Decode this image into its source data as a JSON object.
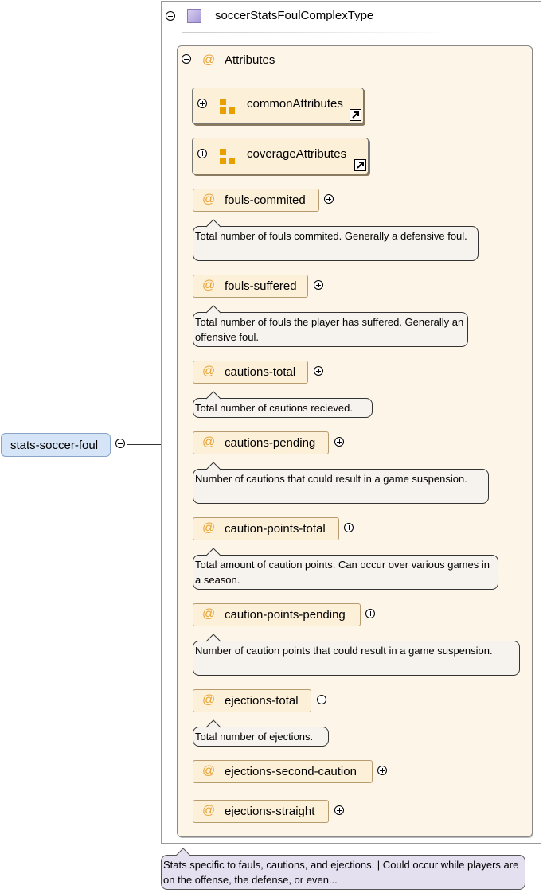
{
  "element": {
    "name": "stats-soccer-foul"
  },
  "complex_type": {
    "name": "soccerStatsFoulComplexType"
  },
  "attributes_header": {
    "label": "Attributes",
    "icon": "@"
  },
  "groups": [
    {
      "name": "commonAttributes"
    },
    {
      "name": "coverageAttributes"
    }
  ],
  "attributes": [
    {
      "name": "fouls-commited",
      "doc": "Total number of fouls commited. Generally a defensive foul."
    },
    {
      "name": "fouls-suffered",
      "doc": "Total number of fouls the player has suffered. Generally an offensive foul."
    },
    {
      "name": "cautions-total",
      "doc": "Total number of cautions recieved."
    },
    {
      "name": "cautions-pending",
      "doc": "Number of cautions that could result in a game suspension."
    },
    {
      "name": "caution-points-total",
      "doc": "Total amount of caution points. Can occur over various games in a season."
    },
    {
      "name": "caution-points-pending",
      "doc": "Number of caution points that could result in a game suspension."
    },
    {
      "name": "ejections-total",
      "doc": "Total number of ejections."
    },
    {
      "name": "ejections-second-caution",
      "doc": ""
    },
    {
      "name": "ejections-straight",
      "doc": ""
    }
  ],
  "type_doc": "Stats specific to fauls, cautions, and ejections. | Could occur while players are on the offense, the defense, or even...",
  "colors": {
    "element_bg": "#d6e4f7",
    "attribute_bg": "#fdf0d8",
    "attribute_icon": "#e8a63a",
    "group_icon": "#e8a000",
    "complex_type_icon": "#b8a8e0",
    "type_doc_bg": "#e4e0f0"
  }
}
